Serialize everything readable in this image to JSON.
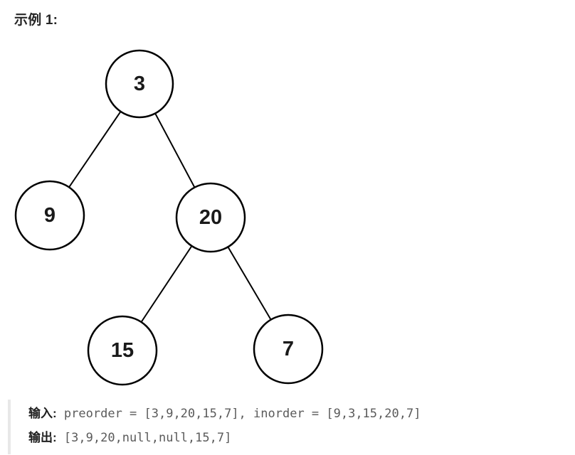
{
  "header": {
    "example_label": "示例 1:"
  },
  "tree": {
    "description": "binary tree diagram",
    "nodes": [
      {
        "role": "root",
        "value": "3"
      },
      {
        "role": "left-child",
        "value": "9"
      },
      {
        "role": "right-child",
        "value": "20"
      },
      {
        "role": "right-left-grandchild",
        "value": "15"
      },
      {
        "role": "right-right-grandchild",
        "value": "7"
      }
    ],
    "edges": [
      [
        "3",
        "9"
      ],
      [
        "3",
        "20"
      ],
      [
        "20",
        "15"
      ],
      [
        "20",
        "7"
      ]
    ]
  },
  "io": {
    "input_label": "输入:",
    "input_value": "preorder = [3,9,20,15,7], inorder = [9,3,15,20,7]",
    "output_label": "输出:",
    "output_value": "[3,9,20,null,null,15,7]"
  },
  "colors": {
    "background": "#ffffff",
    "tree_stroke": "#000000",
    "label_text": "#1f1f1f",
    "code_text": "#5a5a5a",
    "quote_bar": "#e8e8e8"
  }
}
